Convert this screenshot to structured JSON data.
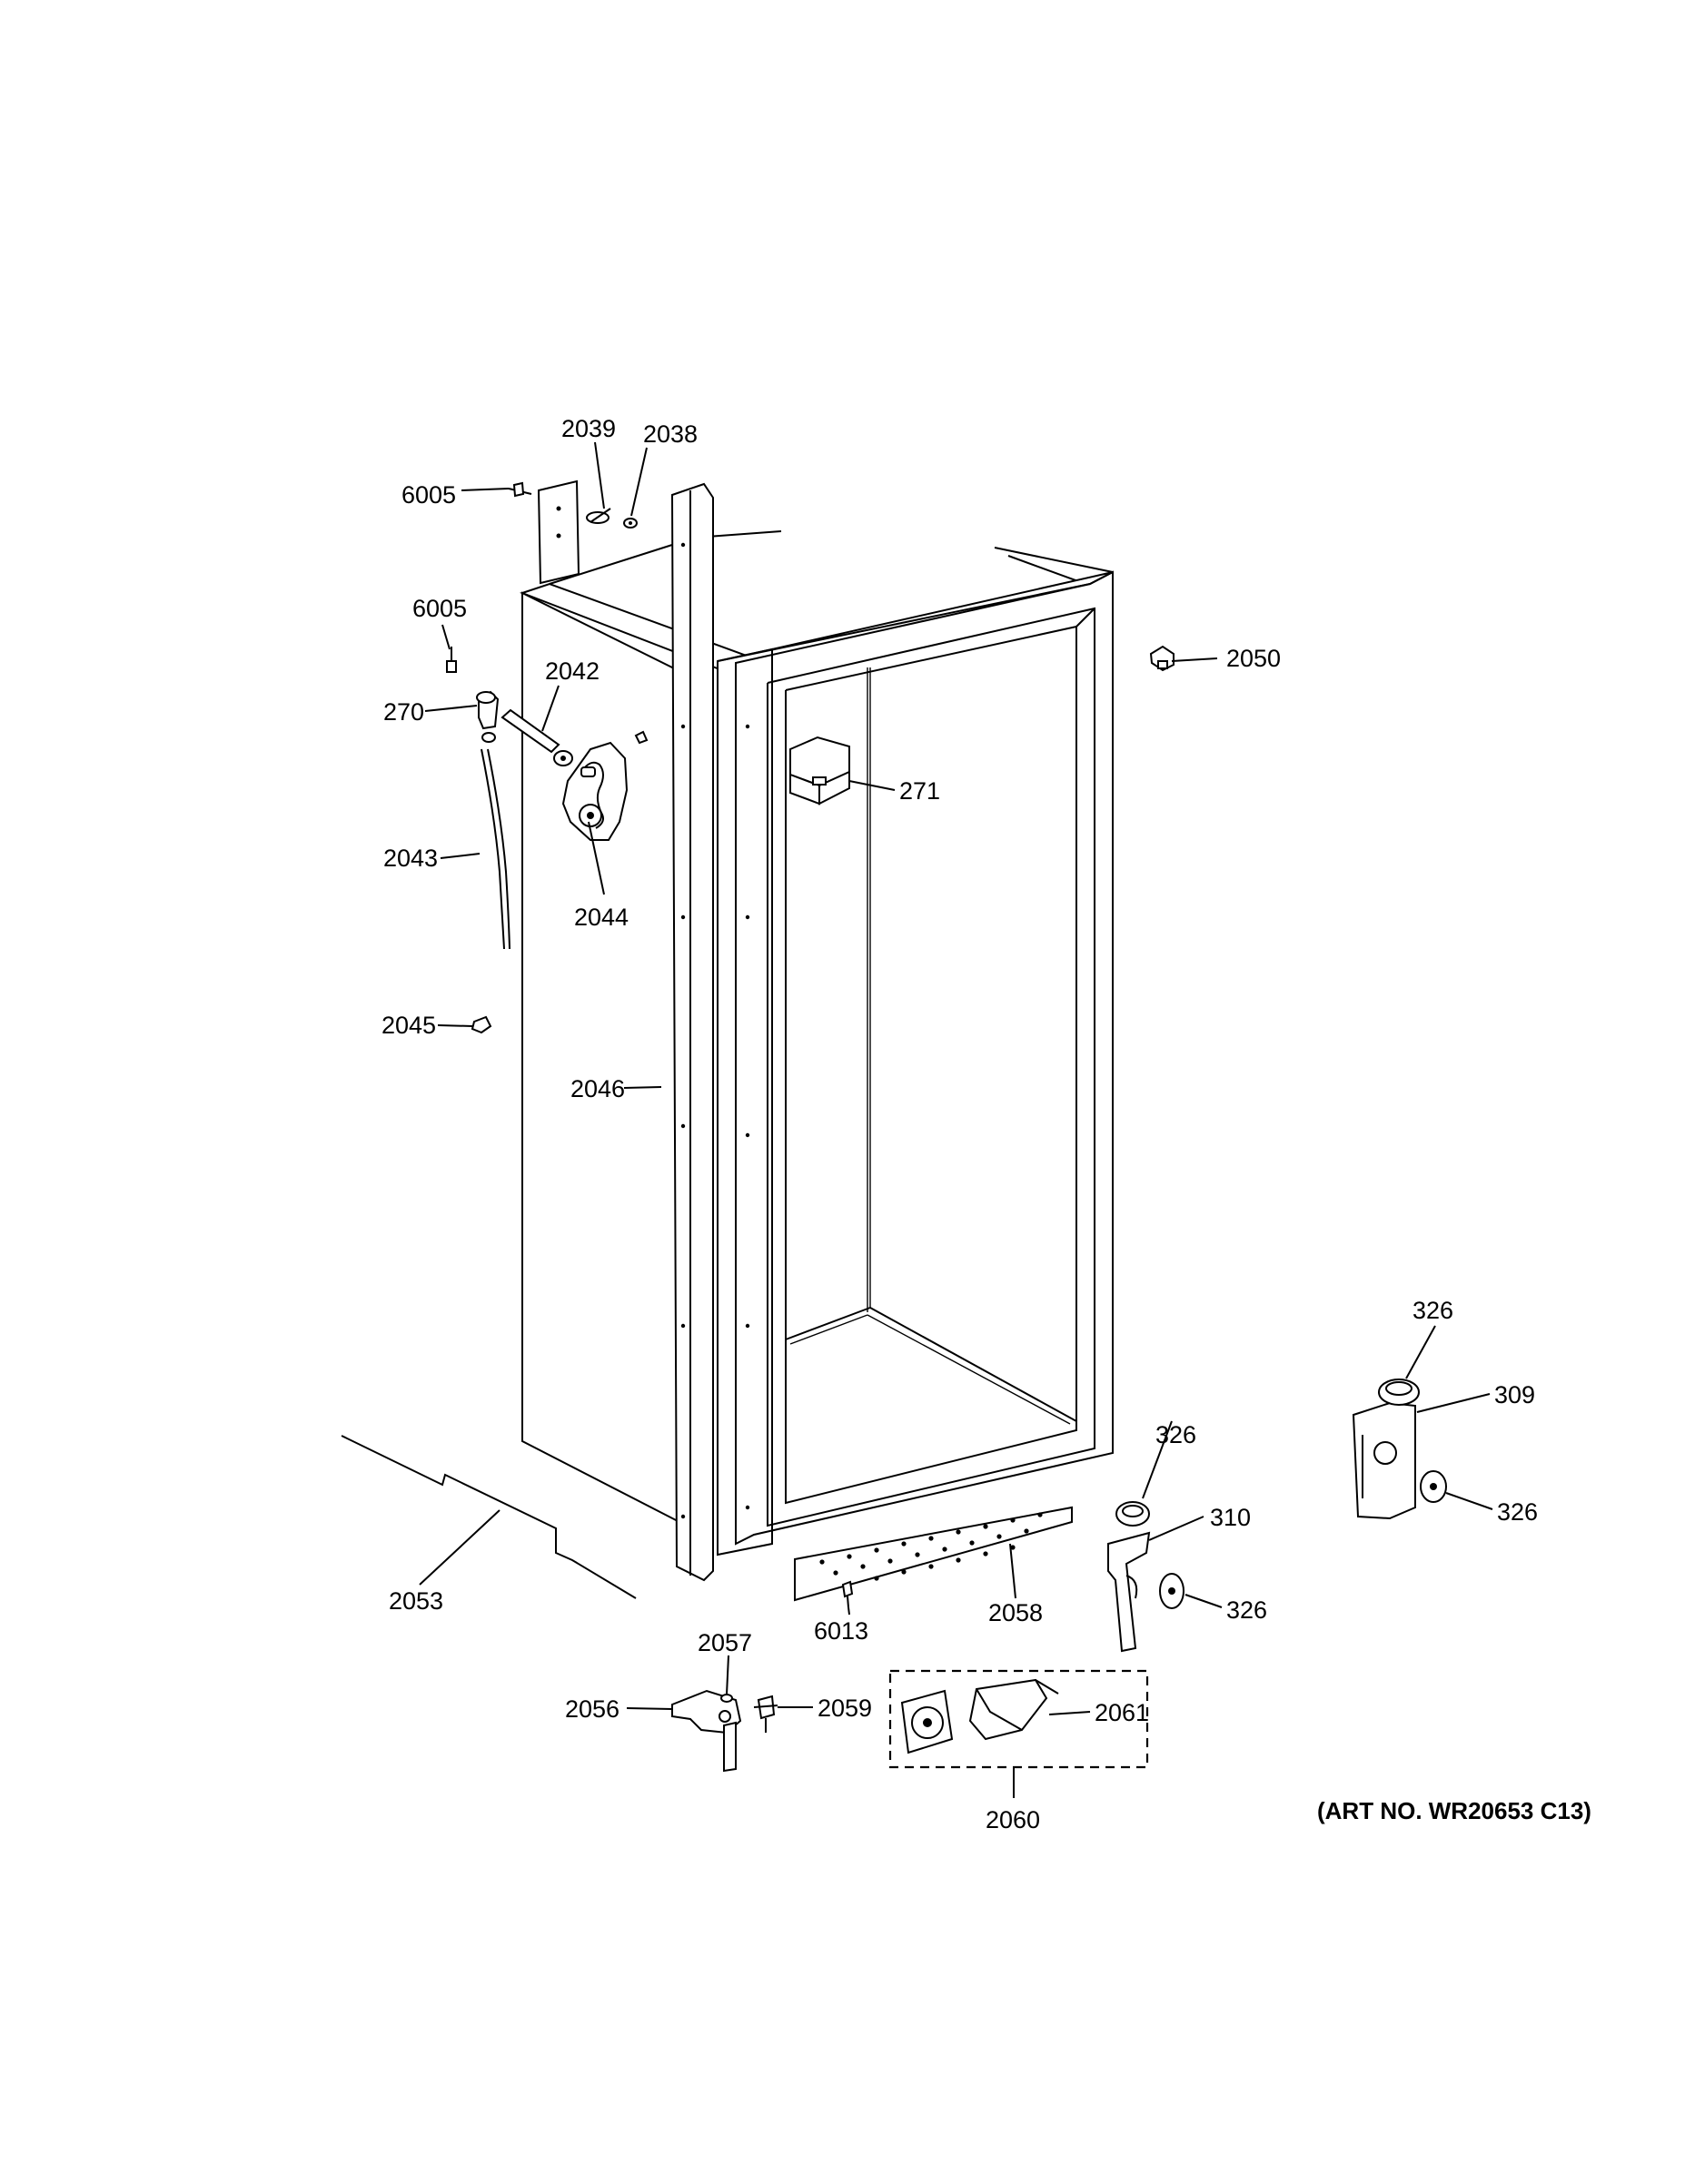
{
  "diagram": {
    "art_number": "(ART NO. WR20653 C13)",
    "part_labels": {
      "p2039": "2039",
      "p2038": "2038",
      "p6005a": "6005",
      "p6005b": "6005",
      "p2042": "2042",
      "p270": "270",
      "p2050": "2050",
      "p271": "271",
      "p2043": "2043",
      "p2044": "2044",
      "p2045": "2045",
      "p2046": "2046",
      "p326a": "326",
      "p309": "309",
      "p326b": "326",
      "p326c": "326",
      "p310": "310",
      "p326d": "326",
      "p2053": "2053",
      "p2058": "2058",
      "p6013": "6013",
      "p2057": "2057",
      "p2056": "2056",
      "p2059": "2059",
      "p2061": "2061",
      "p2060": "2060"
    }
  }
}
